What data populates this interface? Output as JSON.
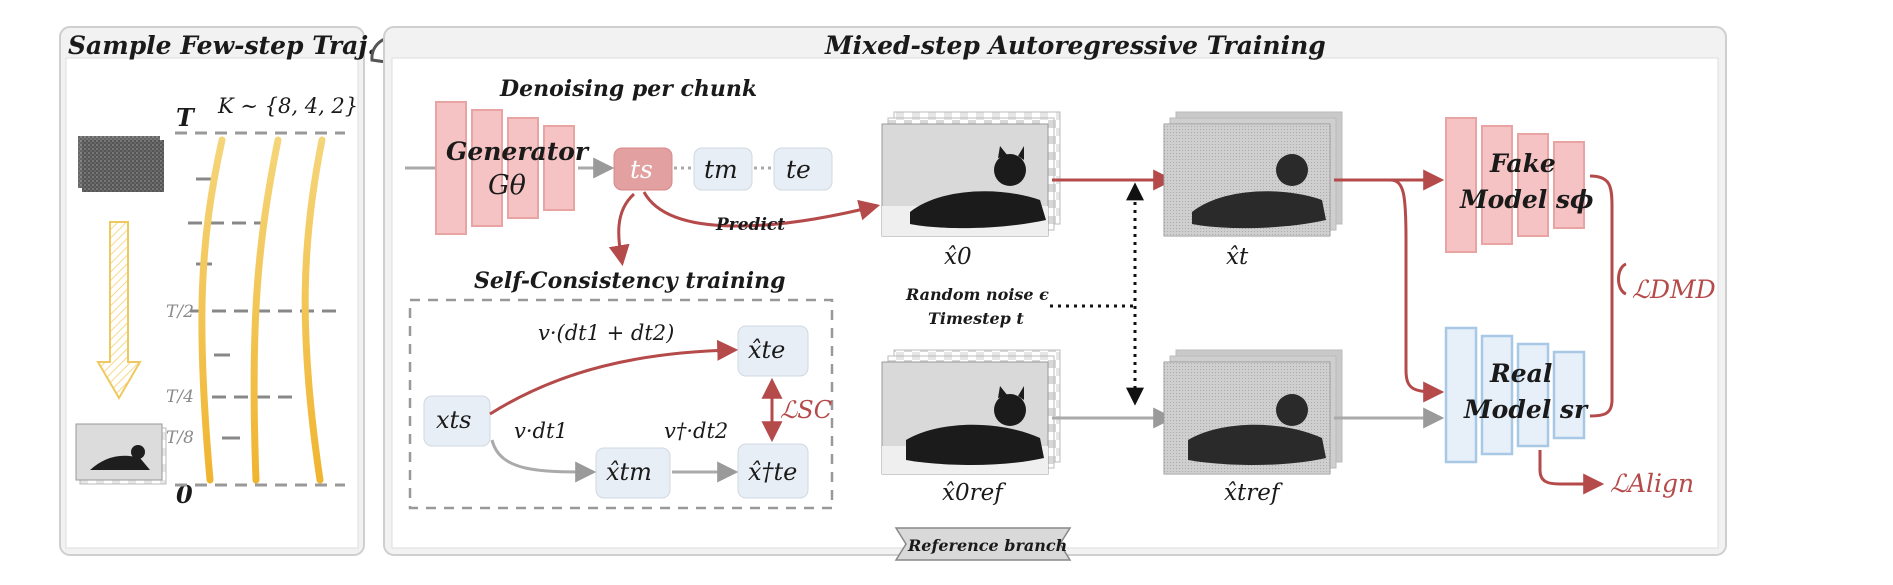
{
  "left_panel": {
    "title": "Sample Few-step Traj.",
    "k_label": "K ∼ {8, 4, 2}",
    "t_top": "T",
    "t_bottom": "0",
    "ticks": [
      "T/2",
      "T/4",
      "T/8"
    ]
  },
  "right_panel": {
    "title": "Mixed-step Autoregressive Training",
    "denoising_title": "Denoising per chunk",
    "generator_label": "Generator",
    "generator_symbol": "Gθ",
    "time_tokens": [
      "ts",
      "tm",
      "te"
    ],
    "predict_label": "Predict",
    "self_consistency_title": "Self-Consistency training",
    "sc_nodes": {
      "start": "xts",
      "end_top": "x̂te",
      "mid": "x̂tm",
      "end_bottom": "x̂†te"
    },
    "sc_edges": {
      "top": "v·(dt1 + dt2)",
      "bottom_left": "v·dt1",
      "bottom_right": "v†·dt2"
    },
    "loss_sc": "ℒSC",
    "x0_label": "x̂0",
    "xt_label": "x̂t",
    "x0_ref_label": "x̂0ref",
    "xt_ref_label": "x̂tref",
    "noise_label_1": "Random noise ϵ",
    "noise_label_2": "Timestep t",
    "reference_branch": "Reference branch",
    "fake_model_label_1": "Fake",
    "fake_model_label_2": "Model sϕ",
    "real_model_label_1": "Real",
    "real_model_label_2": "Model sr",
    "loss_dmd": "ℒDMD",
    "loss_align": "ℒAlign"
  },
  "colors": {
    "red_arrow": "#b54a4a",
    "pink_block": "#f5c3c3",
    "pink_border": "#e8a3a3",
    "blue_block": "#e7f0f9",
    "blue_border": "#a8c8e6",
    "gold_curve": "#f2c24a",
    "panel_border": "#cfcfcf"
  }
}
